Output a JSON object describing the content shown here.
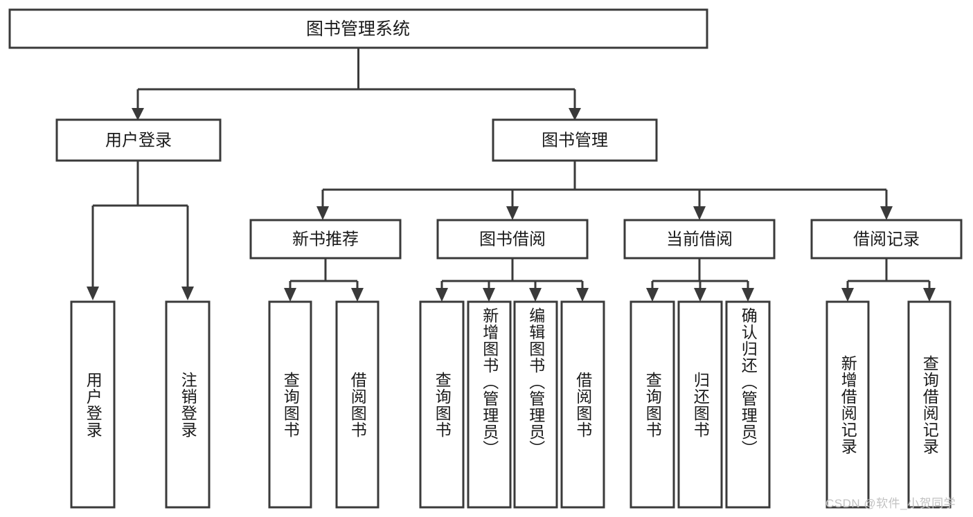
{
  "diagram": {
    "type": "tree",
    "title": "图书管理系统",
    "orientation": "top-down",
    "levels": 4,
    "colors": {
      "box_fill": "#ffffff",
      "box_stroke": "#3a3a3a",
      "connector": "#3a3a3a",
      "text": "#1a1a1a",
      "watermark": "#c2c2c2",
      "background": "#ffffff"
    },
    "root": {
      "id": "root",
      "label": "图书管理系统"
    },
    "level2": [
      {
        "id": "user-login",
        "label": "用户登录"
      },
      {
        "id": "book-management",
        "label": "图书管理"
      }
    ],
    "level3": [
      {
        "id": "new-book-recommend",
        "label": "新书推荐",
        "parent": "book-management"
      },
      {
        "id": "book-borrow",
        "label": "图书借阅",
        "parent": "book-management"
      },
      {
        "id": "current-borrow",
        "label": "当前借阅",
        "parent": "book-management"
      },
      {
        "id": "borrow-record",
        "label": "借阅记录",
        "parent": "book-management"
      }
    ],
    "leaves": {
      "user-login": [
        {
          "id": "leaf-user-login",
          "label": "用户登录"
        },
        {
          "id": "leaf-logout",
          "label": "注销登录"
        }
      ],
      "new-book-recommend": [
        {
          "id": "leaf-query-book-1",
          "label": "查询图书"
        },
        {
          "id": "leaf-borrow-book-1",
          "label": "借阅图书"
        }
      ],
      "book-borrow": [
        {
          "id": "leaf-query-book-2",
          "label": "查询图书"
        },
        {
          "id": "leaf-add-book",
          "label": "新增图书（管理员）"
        },
        {
          "id": "leaf-edit-book",
          "label": "编辑图书（管理员）"
        },
        {
          "id": "leaf-borrow-book-2",
          "label": "借阅图书"
        }
      ],
      "current-borrow": [
        {
          "id": "leaf-query-book-3",
          "label": "查询图书"
        },
        {
          "id": "leaf-return-book",
          "label": "归还图书"
        },
        {
          "id": "leaf-confirm-return",
          "label": "确认归还（管理员）"
        }
      ],
      "borrow-record": [
        {
          "id": "leaf-add-record",
          "label": "新增借阅记录"
        },
        {
          "id": "leaf-query-record",
          "label": "查询借阅记录"
        }
      ]
    }
  },
  "watermark": {
    "text": "CSDN @软件_小贺同学"
  }
}
